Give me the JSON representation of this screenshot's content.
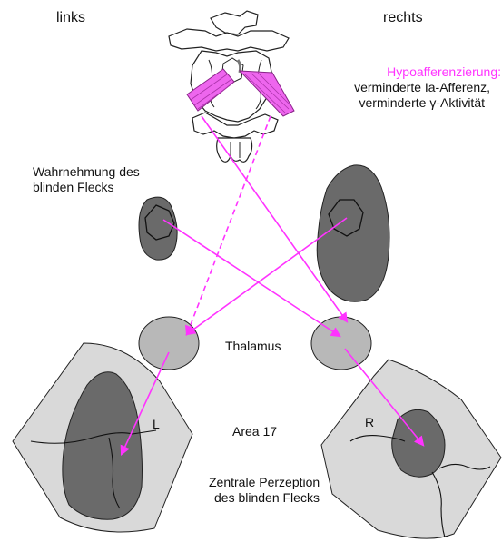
{
  "labels": {
    "left_side": "links",
    "right_side": "rechts",
    "hypo_title": "Hypoafferenzierung:",
    "hypo_line1": "verminderte Ia-Afferenz,",
    "hypo_line2": "verminderte γ-Aktivität",
    "perception_line1": "Wahrnehmung des",
    "perception_line2": "blinden Flecks",
    "thalamus": "Thalamus",
    "area17": "Area 17",
    "central_line1": "Zentrale Perzeption",
    "central_line2": "des blinden Flecks",
    "cortex_left": "L",
    "cortex_right": "R"
  },
  "colors": {
    "pathway": "#ff33ff",
    "muscle": "#ee66ee",
    "dark_gray": "#6a6a6a",
    "mid_gray": "#b8b8b8",
    "light_gray": "#d9d9d9"
  }
}
